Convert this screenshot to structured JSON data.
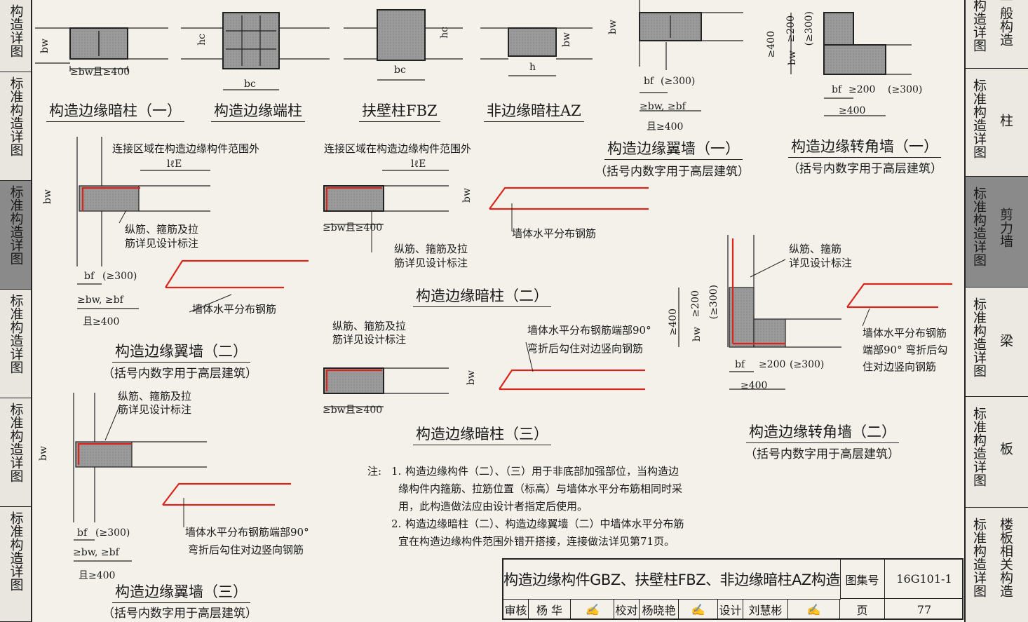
{
  "left_tabs": [
    {
      "label": "构造详图"
    },
    {
      "label": "标准构造详图"
    },
    {
      "label": "标准构造详图"
    },
    {
      "label": "标准构造详图"
    },
    {
      "label": "标准构造详图"
    },
    {
      "label": "标准构造详图"
    }
  ],
  "right_tabs": [
    {
      "main": "标准构造详图",
      "cat": "一般构造"
    },
    {
      "main": "标准构造详图",
      "cat": "柱"
    },
    {
      "main": "标准构造详图",
      "cat": "剪力墙"
    },
    {
      "main": "标准构造详图",
      "cat": "梁"
    },
    {
      "main": "标准构造详图",
      "cat": "板"
    },
    {
      "main": "标准构造详图",
      "cat": "楼板相关构造"
    }
  ],
  "captions": {
    "anzhu1": "构造边缘暗柱（一）",
    "duanzhu": "构造边缘端柱",
    "fbz": "扶壁柱FBZ",
    "az": "非边缘暗柱AZ",
    "yiqiang1": "构造边缘翼墙（一）",
    "zhuanjiao1": "构造边缘转角墙（一）",
    "anzhu2": "构造边缘暗柱（二）",
    "yiqiang2": "构造边缘翼墙（二）",
    "anzhu3": "构造边缘暗柱（三）",
    "zhuanjiao2": "构造边缘转角墙（二）",
    "yiqiang3": "构造边缘翼墙（三）"
  },
  "subcaptions": {
    "high_rise": "（括号内数字用于高层建筑）"
  },
  "labels": {
    "connect_zone": "连接区域在构造边缘构件范围外",
    "longit_1": "纵筋、箍筋及拉",
    "longit_2": "筋详见设计标注",
    "longit_stirrup_1": "纵筋、箍筋",
    "longit_stirrup_2": "详见设计标注",
    "wall_horiz": "墙体水平分布钢筋",
    "wall_horiz_end_1": "墙体水平分布钢筋端部90°",
    "wall_horiz_end_2": "弯折后勾住对边竖向钢筋",
    "wall_horiz_c1": "墙体水平分布钢筋",
    "wall_horiz_c2": "端部90° 弯折后勾",
    "wall_horiz_c3": "住对边竖向钢筋",
    "top_note_1": "筋详见设计标注",
    "top_note_2": "详见设计标注"
  },
  "dims": {
    "bw_400": "≥bw且≥400",
    "bc": "bc",
    "hc": "hc",
    "h": "h",
    "bw": "bw",
    "bf": "bf",
    "ge300": "(≥300)",
    "ge200": "≥200",
    "ge400": "≥400",
    "bw_bf": "≥bw, ≥bf",
    "and400": "且≥400",
    "le": "lℓE"
  },
  "notes": {
    "prefix": "注:",
    "items": [
      {
        "num": "1.",
        "lines": [
          "构造边缘构件（二）、（三）用于非底部加强部位，当构造边",
          "缘构件内箍筋、拉筋位置（标高）与墙体水平分布筋相同时采",
          "用，此构造做法应由设计者指定后使用。"
        ]
      },
      {
        "num": "2.",
        "lines": [
          "构造边缘暗柱（二）、构造边缘翼墙（二）中墙体水平分布筋",
          "宜在构造边缘构件范围外错开搭接，连接做法详见第71页。"
        ]
      }
    ]
  },
  "title_block": {
    "title": "构造边缘构件GBZ、扶壁柱FBZ、非边缘暗柱AZ构造",
    "atlas_label": "图集号",
    "atlas_no": "16G101-1",
    "review_label": "审核",
    "review_name": "杨 华",
    "check_label": "校对",
    "check_name": "杨晓艳",
    "design_label": "设计",
    "design_name": "刘慧彬",
    "page_label": "页",
    "page_no": "77"
  }
}
